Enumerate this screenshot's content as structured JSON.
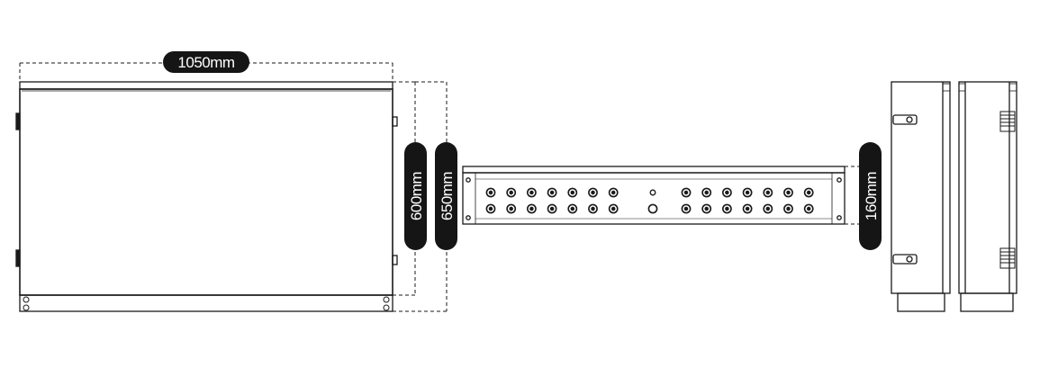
{
  "dimensions": {
    "width_label": "1050mm",
    "height_600_label": "600mm",
    "height_650_label": "650mm",
    "depth_label": "160mm"
  },
  "colors": {
    "line": "#1a1a1a",
    "pill": "#151515",
    "pill_text": "#ffffff",
    "background": "#ffffff"
  }
}
